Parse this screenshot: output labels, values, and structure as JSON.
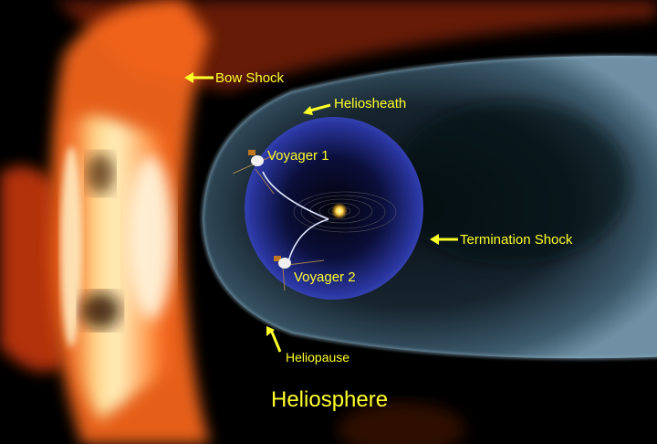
{
  "title": "Heliosphere",
  "labels": {
    "bow_shock": "Bow Shock",
    "heliosheath": "Heliosheath",
    "voyager1": "Voyager 1",
    "voyager2": "Voyager 2",
    "termination_shock": "Termination Shock",
    "heliopause": "Heliopause"
  },
  "colors": {
    "label": "#ffff2a",
    "background": "#000000",
    "bow_shock_glow": "#ff5a10",
    "heliosheath": "#3a5a6e",
    "termination_shock": "#2a3aa8",
    "sun": "#ffd84a"
  }
}
